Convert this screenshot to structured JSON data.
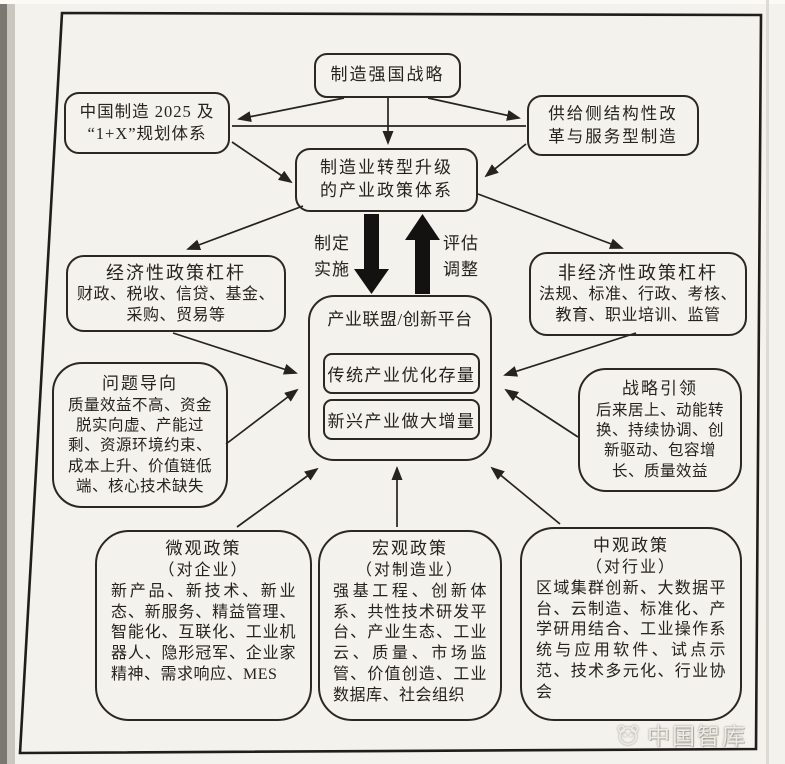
{
  "colors": {
    "ink": "#26231f",
    "paper": "#f4f2ed",
    "line": "#2a2724"
  },
  "boxes": {
    "strategy": {
      "title": "制造强国战略"
    },
    "mic2025": {
      "title": "中国制造 2025 及\n“1+X”规划体系"
    },
    "supply_side": {
      "title": "供给侧结构性改\n革与服务型制造"
    },
    "policy_system": {
      "title": "制造业转型升级\n的产业政策体系"
    },
    "economic_levers": {
      "title": "经济性政策杠杆",
      "body": "财政、税收、信贷、基金、采购、贸易等"
    },
    "non_economic_levers": {
      "title": "非经济性政策杠杆",
      "body": "法规、标准、行政、考核、教育、职业培训、监管"
    },
    "platform": {
      "title": "产业联盟/创新平台",
      "sub1": "传统产业优化存量",
      "sub2": "新兴产业做大增量"
    },
    "problem_oriented": {
      "title": "问题导向",
      "body": "质量效益不高、资金脱实向虚、产能过剩、资源环境约束、成本上升、价值链低端、核心技术缺失"
    },
    "strategic_leading": {
      "title": "战略引领",
      "body": "后来居上、动能转换、持续协调、创新驱动、包容增长、质量效益"
    },
    "micro_policy": {
      "title": "微观政策",
      "subtitle": "（对企业）",
      "body": "新产品、新技术、新业态、新服务、精益管理、智能化、互联化、工业机器人、隐形冠军、企业家精神、需求响应、MES"
    },
    "macro_policy": {
      "title": "宏观政策",
      "subtitle": "（对制造业）",
      "body": "强基工程、创新体系、共性技术研发平台、产业生态、工业云、质量、市场监管、价值创造、工业数据库、社会组织"
    },
    "meso_policy": {
      "title": "中观政策",
      "subtitle": "（对行业）",
      "body": "区域集群创新、大数据平台、云制造、标准化、产学研用结合、工业操作系统与应用软件、试点示范、技术多元化、行业协会"
    }
  },
  "arrow_labels": {
    "formulate_implement": "制定\n实施",
    "evaluate_adjust": "评估\n调整"
  },
  "watermark": {
    "label": "中国智库"
  }
}
